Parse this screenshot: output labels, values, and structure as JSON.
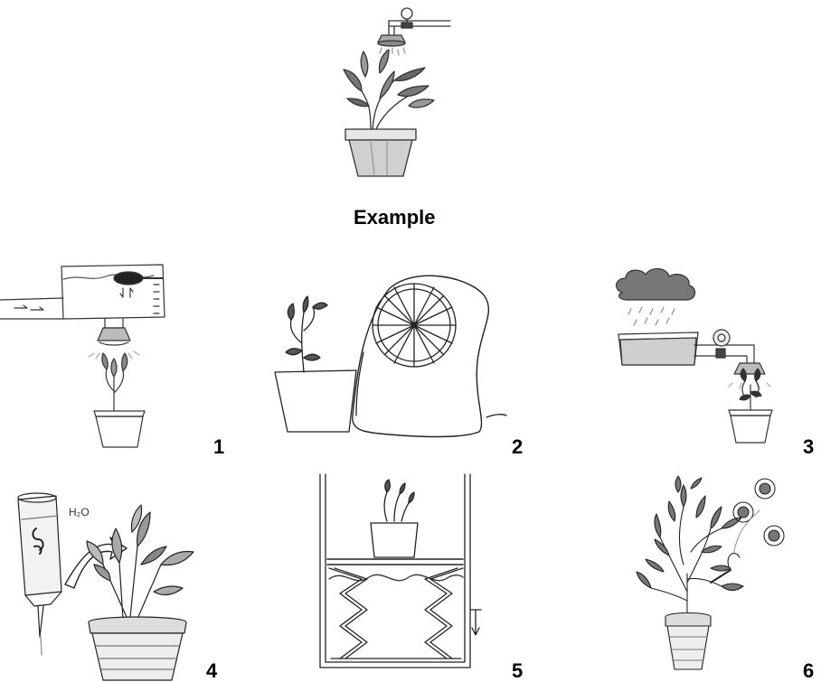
{
  "example": {
    "label": "Example"
  },
  "panels": [
    {
      "number": "1"
    },
    {
      "number": "2"
    },
    {
      "number": "3"
    },
    {
      "number": "4",
      "tank_text": "H₂O"
    },
    {
      "number": "5"
    },
    {
      "number": "6"
    }
  ]
}
